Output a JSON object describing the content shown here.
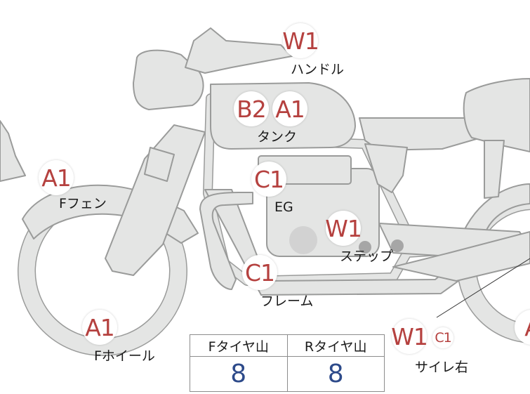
{
  "parts": [
    {
      "label": "ハンドル",
      "codes": [
        "W1"
      ]
    },
    {
      "label": "タンク",
      "codes": [
        "B2",
        "A1"
      ]
    },
    {
      "label": "Fフェン",
      "codes": [
        "A1"
      ]
    },
    {
      "label": "EG",
      "codes": [
        "C1"
      ]
    },
    {
      "label": "ステップ",
      "codes": [
        "W1"
      ]
    },
    {
      "label": "フレーム",
      "codes": [
        "C1"
      ]
    },
    {
      "label": "Fホイール",
      "codes": [
        "A1"
      ]
    },
    {
      "label": "サイレ右",
      "codes": [
        "W1",
        "C1"
      ]
    },
    {
      "label": "",
      "codes": [
        "A"
      ]
    }
  ],
  "tread": {
    "front_label": "Fタイヤ山",
    "rear_label": "Rタイヤ山",
    "front_value": "8",
    "rear_value": "8"
  },
  "colors": {
    "body_fill": "#e4e5e4",
    "outline": "#9a9b9a",
    "badge_text": "#b5413f",
    "value_text": "#2d4a8a"
  }
}
